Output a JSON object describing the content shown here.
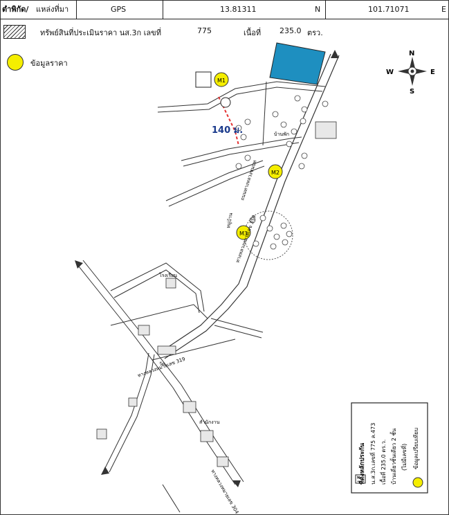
{
  "header": {
    "coord_label": "ตำพิกัด/",
    "place_label": "แหล่งที่มา",
    "source": "GPS",
    "lat": "13.81311",
    "lat_dir": "N",
    "lon": "101.71071",
    "lon_dir": "E"
  },
  "row2": {
    "asset_text": "ทรัพย์สินที่ประเมินราคา นส.3ก เลขที่",
    "deed_no": "775",
    "area_label": "เนื้อที่",
    "area_value": "235.0",
    "area_unit": "ตรว."
  },
  "legend": {
    "price_data": "ข้อมูลราคา"
  },
  "compass": {
    "n": "N",
    "s": "S",
    "e": "E",
    "w": "W"
  },
  "map": {
    "distance_label": "140 ม.",
    "markers": [
      {
        "text": "M1"
      },
      {
        "text": "M2"
      },
      {
        "text": "M3"
      }
    ],
    "road_labels": [
      "ทางหลวงหมายเลข 359",
      "ถนนทางหลวงชนบท",
      "ทางหลวงหมายเลข 319",
      "ทางหลวงหมายเลข 304"
    ],
    "place_labels": [
      "โรงเรียน",
      "วัด",
      "หมู่บ้าน",
      "บ้านพัก",
      "สำนักงาน"
    ]
  },
  "info_box": {
    "title": "ที่ตั้งหลักประกัน",
    "line1": "น.ส.3ก.เลขที่ 775 ล.473",
    "line2": "เนื้อที่ 235.0 ตร.ว.",
    "line3": "บ้านเดี่ยวชั้นเดียว 2 ชั้น",
    "line4": "(ไม่มีเลขที่)",
    "marker_label": "ข้อมูลเปรียบเทียบ"
  },
  "colors": {
    "parcel": "#1e8fc0",
    "marker": "#f5ee00",
    "route": "#e53030",
    "road": "#333333"
  }
}
